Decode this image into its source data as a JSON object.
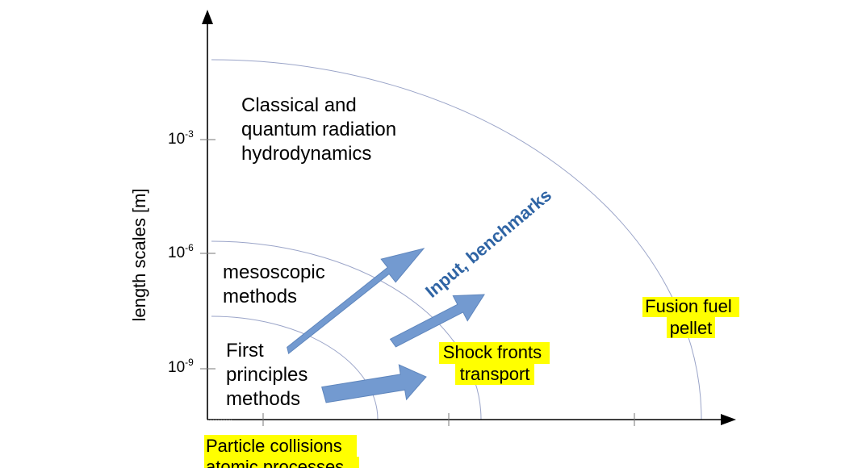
{
  "axis": {
    "y_label": "length scales [m]",
    "y_ticks": [
      {
        "base": "10",
        "exp": "-3"
      },
      {
        "base": "10",
        "exp": "-6"
      },
      {
        "base": "10",
        "exp": "-9"
      }
    ]
  },
  "regions": {
    "classical": [
      "Classical and",
      "quantum radiation",
      "hydrodynamics"
    ],
    "mesoscopic": [
      "mesoscopic",
      "methods"
    ],
    "first_principles": [
      "First",
      "principles",
      "methods"
    ]
  },
  "arrow_label": "Input, benchmarks",
  "highlights": {
    "fusion": [
      "Fusion fuel",
      "pellet"
    ],
    "shock": [
      "Shock fronts",
      "transport"
    ],
    "particle": [
      "Particle collisions",
      "atomic processes"
    ]
  },
  "colors": {
    "arc": "#9aa4c8",
    "arrow_fill": "#739ad0",
    "arrow_text": "#2f64a4",
    "highlight": "#ffff00",
    "axis": "#000000"
  }
}
